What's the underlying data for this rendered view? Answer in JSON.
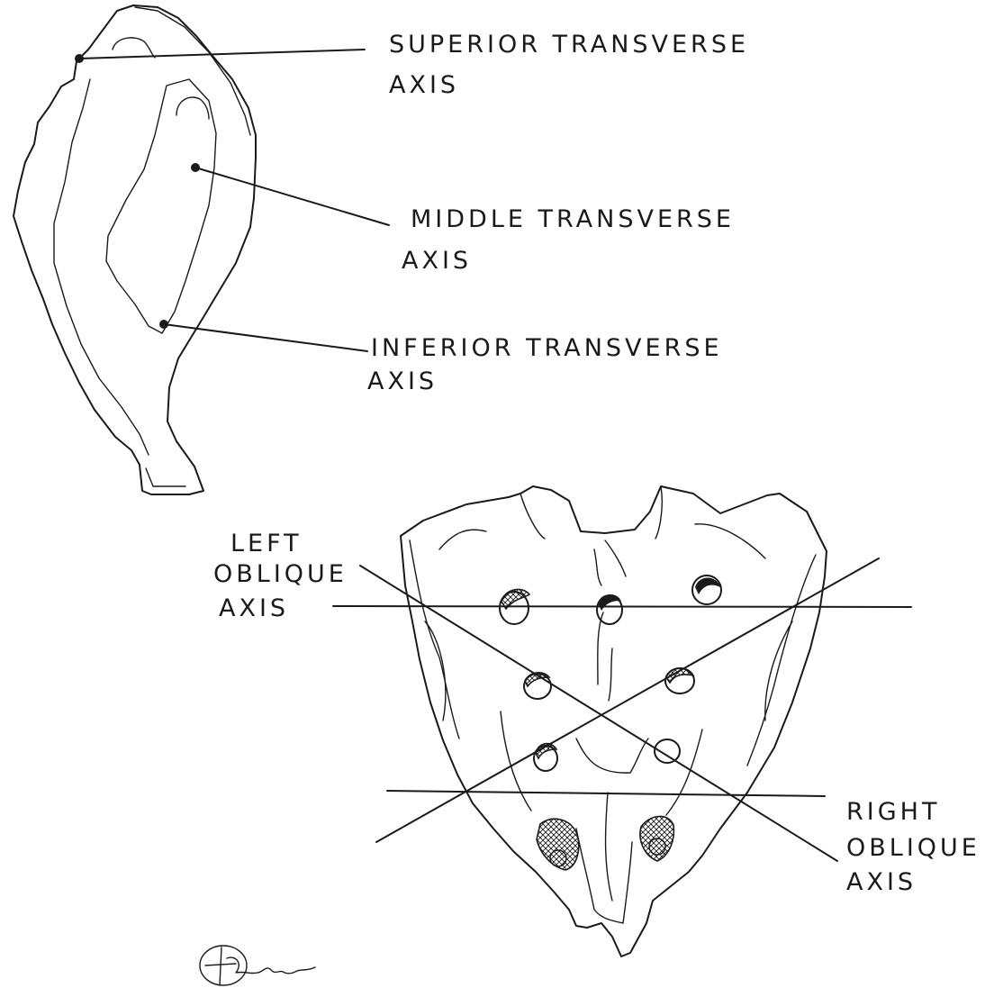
{
  "lateral_view": {
    "labels": {
      "superior": [
        "SUPERIOR TRANSVERSE",
        "AXIS"
      ],
      "middle": [
        "MIDDLE TRANSVERSE",
        "AXIS"
      ],
      "inferior": [
        "INFERIOR TRANSVERSE",
        "AXIS"
      ]
    }
  },
  "anterior_view": {
    "labels": {
      "left_oblique": [
        "LEFT",
        "OBLIQUE",
        "AXIS"
      ],
      "right_oblique": [
        "RIGHT",
        "OBLIQUE",
        "AXIS"
      ]
    }
  },
  "signature": {
    "kind": "artist-signature",
    "text": ""
  }
}
